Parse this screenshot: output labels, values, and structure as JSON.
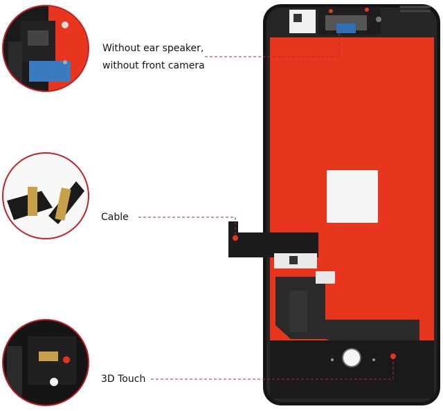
{
  "callouts": [
    {
      "id": "speaker",
      "line1": "Without ear speaker,",
      "line2": "without front camera"
    },
    {
      "id": "cable",
      "line1": "Cable"
    },
    {
      "id": "touch",
      "line1": "3D Touch"
    }
  ],
  "colors": {
    "accent_red": "#e8361e",
    "frame_black": "#1a1a1a",
    "circle_border": "#c4202a",
    "dash": "#c4202a"
  }
}
